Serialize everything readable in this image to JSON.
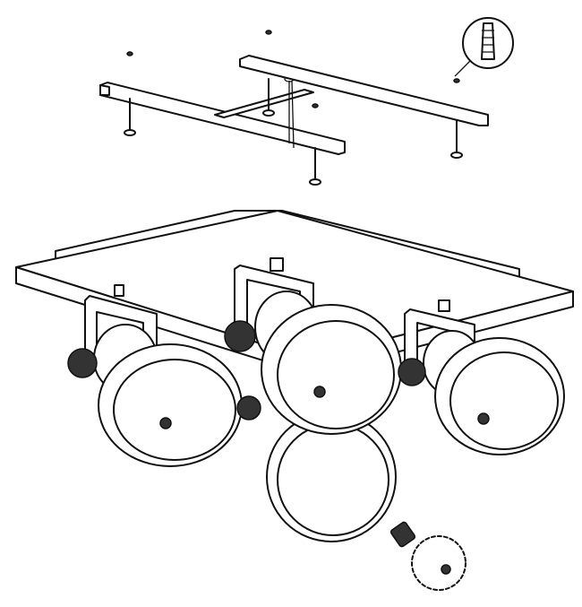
{
  "diagram": {
    "type": "assembly-instruction-illustration",
    "parts": [
      "mounting-bracket",
      "screw",
      "wall-plug",
      "ceiling-plate",
      "spotlight-shade",
      "adjustment-knob",
      "light-bulb"
    ],
    "colors": {
      "line": "#111111",
      "background": "#ffffff"
    }
  }
}
